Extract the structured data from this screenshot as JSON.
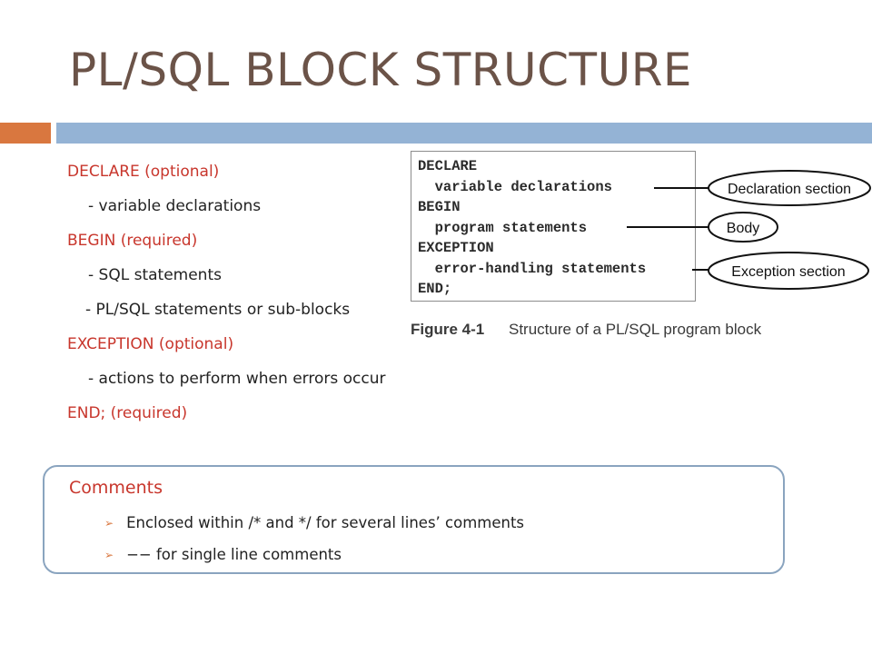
{
  "slide": {
    "title": "PL/SQL BLOCK STRUCTURE"
  },
  "outline": {
    "declare_kw": "DECLARE (optional)",
    "declare_item": "- variable declarations",
    "begin_kw": "BEGIN (required)",
    "begin_item1": "- SQL statements",
    "begin_item2": "- PL/SQL statements or sub-blocks",
    "exception_kw": "EXCEPTION (optional)",
    "exception_item": "- actions to perform when errors occur",
    "end_kw": "END;  (required)"
  },
  "figure": {
    "code_lines": [
      "DECLARE",
      "  variable declarations",
      "BEGIN",
      "  program statements",
      "EXCEPTION",
      "  error-handling statements",
      "END;"
    ],
    "callouts": {
      "declaration": "Declaration section",
      "body": "Body",
      "exception": "Exception section"
    },
    "caption_label": "Figure 4-1",
    "caption_text": "Structure of a PL/SQL program block"
  },
  "comments": {
    "title": "Comments",
    "bullet1": "Enclosed within /* and */ for several lines’ comments",
    "bullet2": "−− for single line comments",
    "bullet_icon": "arrow-bullet-icon"
  },
  "colors": {
    "title": "#6b5348",
    "keyword": "#c8362c",
    "accent_orange": "#d9773f",
    "accent_blue": "#94b3d5",
    "box_border": "#8aa4bf"
  }
}
